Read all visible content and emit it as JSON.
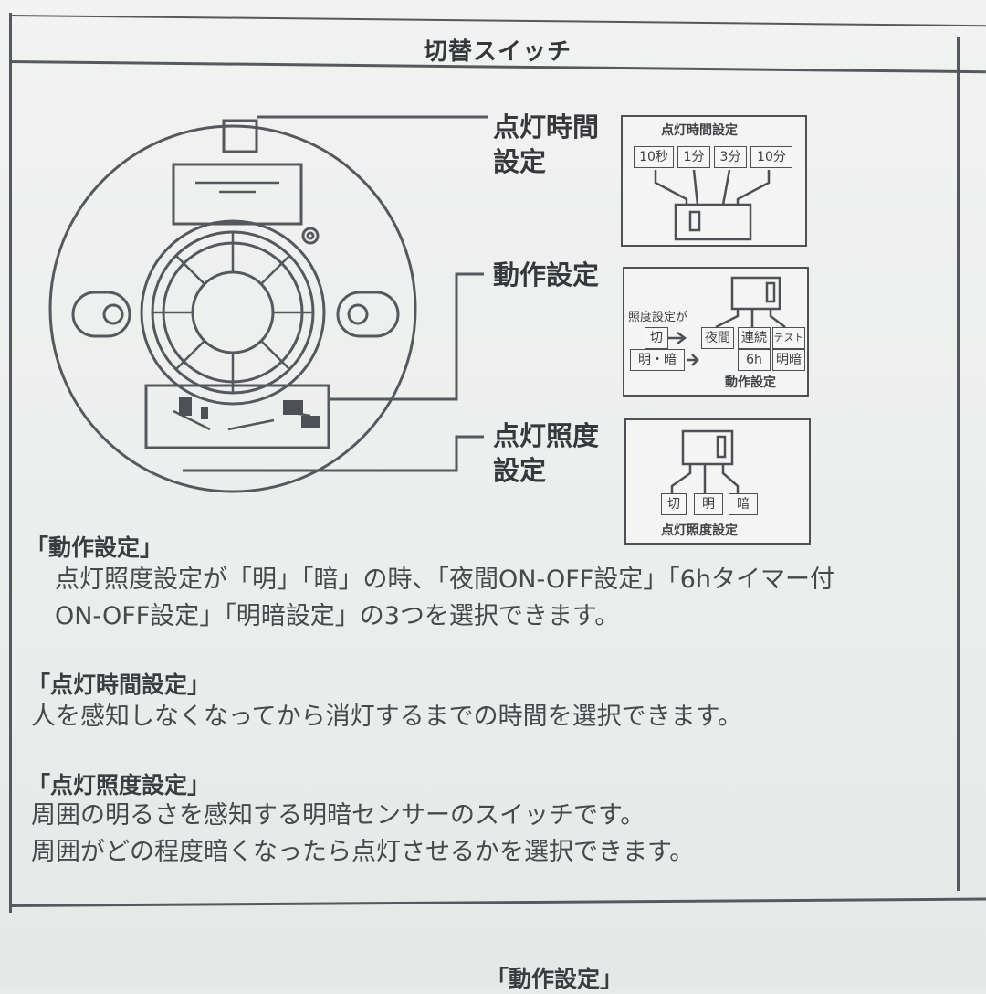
{
  "header": {
    "title": "切替スイッチ"
  },
  "callouts": {
    "lighting_time": [
      "点灯時間",
      "設定"
    ],
    "operation": [
      "動作設定"
    ],
    "lighting_lux": [
      "点灯照度",
      "設定"
    ]
  },
  "time_box": {
    "caption": "点灯時間設定",
    "options": [
      "10秒",
      "1分",
      "3分",
      "10分"
    ]
  },
  "operation_box": {
    "caption": "動作設定",
    "lux_label": "照度設定が",
    "row1_left": "切",
    "row2_left": "明・暗",
    "columns": [
      {
        "top": "夜間",
        "bottom": ""
      },
      {
        "top": "連続",
        "bottom": "6h"
      },
      {
        "top": "テスト",
        "bottom": "明暗"
      }
    ]
  },
  "lux_box": {
    "caption": "点灯照度設定",
    "options": [
      "切",
      "明",
      "暗"
    ]
  },
  "sections": [
    {
      "heading": "「動作設定」",
      "lines": [
        "点灯照度設定が「明」「暗」の時、「夜間ON-OFF設定」「6hタイマー付",
        "ON-OFF設定」「明暗設定」の3つを選択できます。"
      ]
    },
    {
      "heading": "「点灯時間設定」",
      "lines": [
        "人を感知しなくなってから消灯するまでの時間を選択できます。"
      ]
    },
    {
      "heading": "「点灯照度設定」",
      "lines": [
        "周囲の明るさを感知する明暗センサーのスイッチです。",
        "周囲がどの程度暗くなったら点灯させるかを選択できます。"
      ]
    }
  ],
  "footer": {
    "heading": "「動作設定」"
  },
  "colors": {
    "ink": "#3a3c40",
    "paper": "#eceeed",
    "line": "#55585c"
  }
}
